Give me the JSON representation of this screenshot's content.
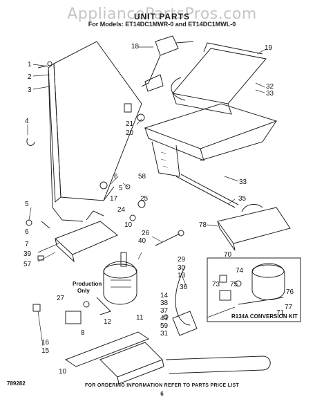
{
  "header": {
    "watermark": "AppliancePartsPros.com",
    "title": "UNIT PARTS",
    "subtitle": "For Models: ET14DC1MWR-0 and ET14DC1MWL-0"
  },
  "footer": {
    "part_number": "789282",
    "instruction": "FOR ORDERING INFORMATION REFER TO PARTS PRICE LIST",
    "page": "6"
  },
  "notes": {
    "production_line1": "Production",
    "production_line2": "Only",
    "conversion_kit": "R134A CONVERSION KIT"
  },
  "callouts": {
    "c1": "1",
    "c2": "2",
    "c3": "3",
    "c4": "4",
    "c5": "5",
    "c6": "6",
    "c7": "7",
    "c8": "8",
    "c10": "10",
    "c11": "11",
    "c12": "12",
    "c13": "13",
    "c14": "14",
    "c15": "15",
    "c16": "16",
    "c17": "17",
    "c18": "18",
    "c19": "19",
    "c20": "20",
    "c21": "21",
    "c24": "24",
    "c25": "25",
    "c26": "26",
    "c27": "27",
    "c29": "29",
    "c30": "30",
    "c31": "31",
    "c32": "32",
    "c33": "33",
    "c35": "35",
    "c36": "36",
    "c37": "37",
    "c38": "38",
    "c39": "39",
    "c40": "40",
    "c41": "41",
    "c57": "57",
    "c58": "58",
    "c59": "59",
    "c70": "70",
    "c71": "71",
    "c73": "73",
    "c74": "74",
    "c75": "75",
    "c76": "76",
    "c77": "77",
    "c78": "78"
  }
}
